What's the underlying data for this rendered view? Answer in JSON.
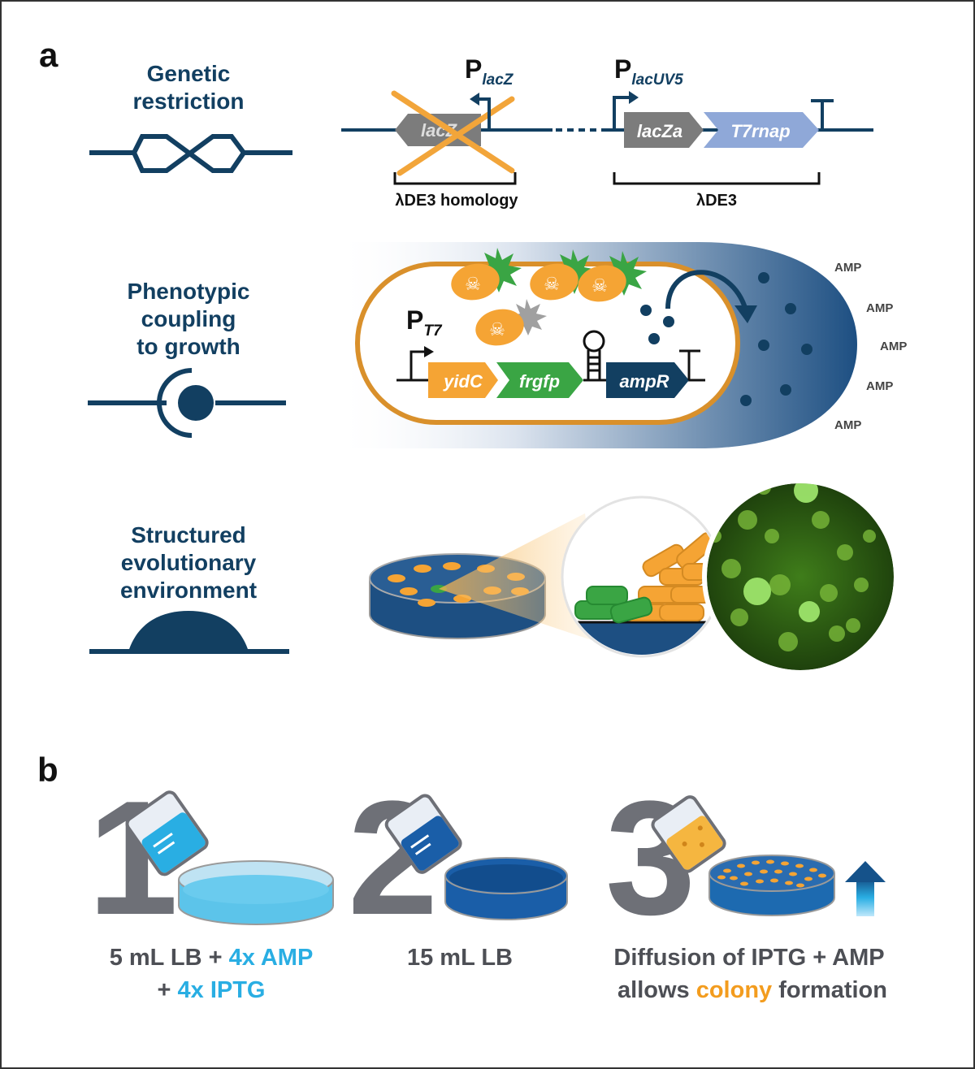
{
  "panel_a": {
    "label": "a",
    "row1": {
      "title_lines": [
        "Genetic",
        "restriction"
      ],
      "promoter1": {
        "main": "P",
        "sub": "lacZ"
      },
      "promoter2": {
        "main": "P",
        "sub": "lacUV5"
      },
      "gene_lacz_crossed": "lacZ",
      "gene_laczA": "lacZa",
      "gene_t7rnap": "T7rnap",
      "bracket1_label": "λDE3 homology",
      "bracket2_label": "λDE3"
    },
    "row2": {
      "title_lines": [
        "Phenotypic",
        "coupling",
        "to growth"
      ],
      "promoter": {
        "main": "P",
        "sub": "T7"
      },
      "gene_yidc": "yidC",
      "gene_frgfp": "frgfp",
      "gene_ampr": "ampR",
      "amp_labels": [
        "AMP",
        "AMP",
        "AMP",
        "AMP",
        "AMP"
      ]
    },
    "row3": {
      "title_lines": [
        "Structured",
        "evolutionary",
        "environment"
      ]
    }
  },
  "panel_b": {
    "label": "b",
    "steps": [
      {
        "number": "1",
        "caption_lines": [
          [
            "5 mL LB + ",
            "4x AMP"
          ],
          [
            "+ ",
            "4x IPTG"
          ]
        ]
      },
      {
        "number": "2",
        "caption_lines": [
          [
            "15 mL LB"
          ]
        ]
      },
      {
        "number": "3",
        "caption_lines": [
          [
            "Diffusion of IPTG + AMP"
          ],
          [
            "allows ",
            "colony",
            " formation"
          ]
        ]
      }
    ]
  },
  "colors": {
    "navy": "#123f61",
    "grey_gene": "#7c7c7c",
    "light_blue_gene": "#8fa8d8",
    "orange": "#f5a434",
    "green": "#3aa544",
    "cyan_text": "#29aee3",
    "orange_text": "#f39c1e",
    "grey_number": "#6e7077",
    "cross": "#f2a53a"
  }
}
